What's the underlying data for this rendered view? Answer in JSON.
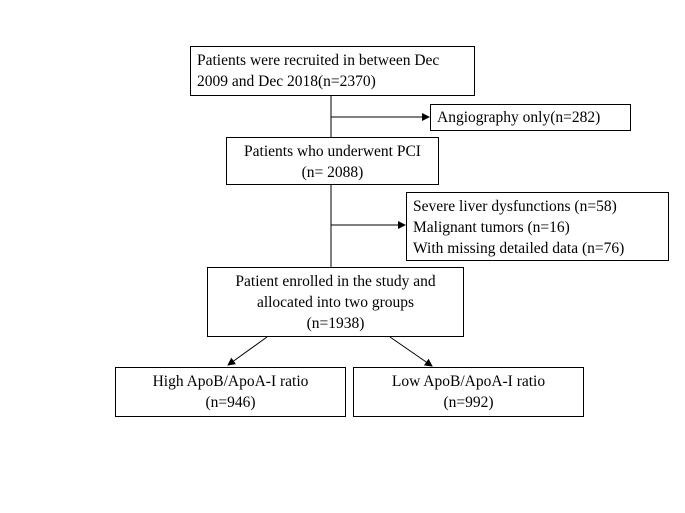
{
  "flowchart": {
    "recruited": {
      "line1": "Patients were recruited in between Dec",
      "line2": "2009 and Dec 2018(n=2370)"
    },
    "angiography": {
      "line1": "Angiography only(n=282)"
    },
    "pci": {
      "line1": "Patients who underwent PCI",
      "line2": "(n= 2088)"
    },
    "exclusions": {
      "line1": "Severe liver dysfunctions (n=58)",
      "line2": "Malignant tumors (n=16)",
      "line3": "With missing detailed data (n=76)"
    },
    "enrolled": {
      "line1": "Patient enrolled in the study and",
      "line2": "allocated into two groups",
      "line3": "(n=1938)"
    },
    "high_group": {
      "line1": "High ApoB/ApoA-I ratio",
      "line2": "(n=946)"
    },
    "low_group": {
      "line1": "Low ApoB/ApoA-I ratio",
      "line2": "(n=992)"
    }
  },
  "colors": {
    "line": "#000000",
    "box_border": "#000000",
    "background": "#ffffff"
  }
}
